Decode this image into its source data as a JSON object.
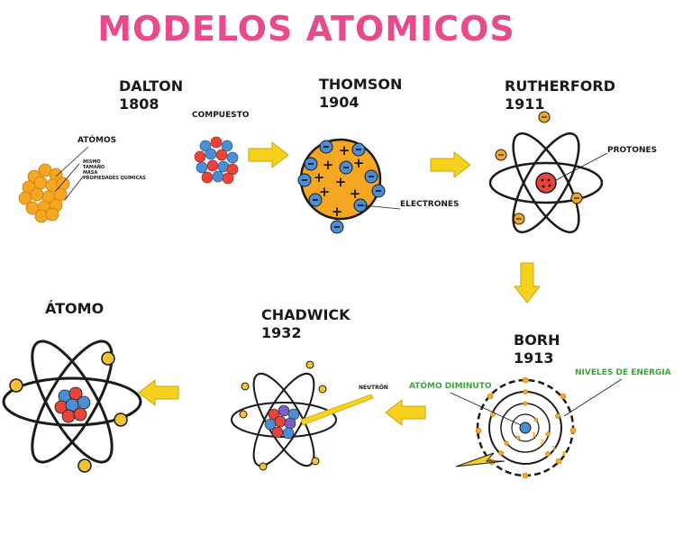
{
  "title": "MODELOS ATOMICOS",
  "dalton": {
    "name": "DALTON",
    "year": "1808",
    "atomos_label": "ATÓMOS",
    "props": [
      "MISMO",
      "TAMAÑO",
      "MASA",
      "PROPIEDADES QUÍMICAS"
    ],
    "compuesto_label": "COMPUESTO"
  },
  "thomson": {
    "name": "THOMSON",
    "year": "1904",
    "electrones_label": "ELECTRONES"
  },
  "rutherford": {
    "name": "RUTHERFORD",
    "year": "1911",
    "protones_label": "PROTONES"
  },
  "borh": {
    "name": "BORH",
    "year": "1913",
    "atomo_diminuto_label": "ATÓMO DIMINUTO",
    "niveles_label": "NIVELES DE ENERGIA"
  },
  "chadwick": {
    "name": "CHADWICK",
    "year": "1932",
    "neutron_label": "NEUTRÓN"
  },
  "atomo": {
    "name": "ÁTOMO"
  },
  "colors": {
    "title": "#e84a8e",
    "orange": "#f5a623",
    "arrow": "#f7d21c",
    "electron": "#4a8fd6",
    "proton": "#e8443a",
    "green": "#3aa63a"
  }
}
